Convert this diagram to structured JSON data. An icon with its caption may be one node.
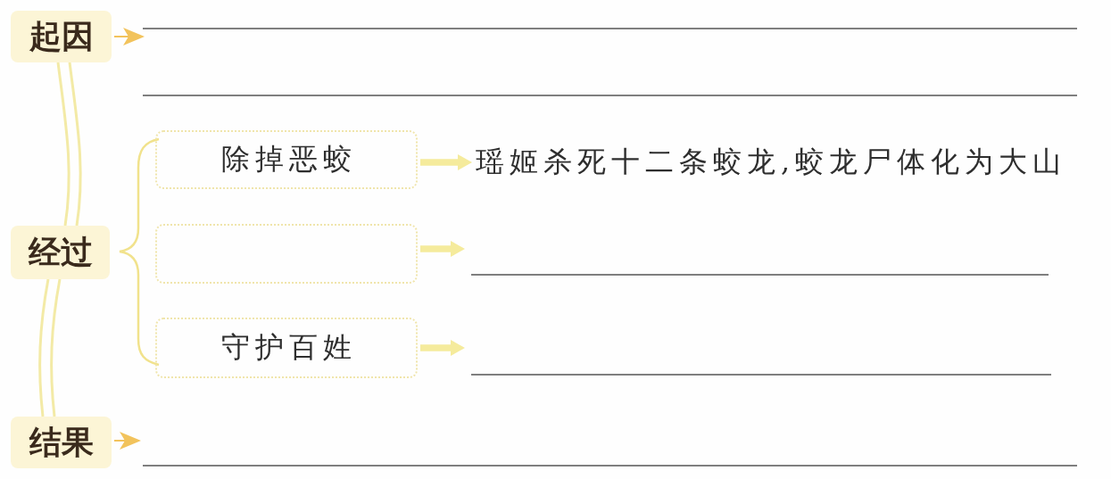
{
  "diagram": {
    "nodes": [
      {
        "text": [
          "起因"
        ]
      },
      {
        "text": [
          "经过"
        ]
      },
      {
        "text": [
          "结果"
        ]
      },
      {
        "text": [
          "除掉恶蛟"
        ]
      },
      {
        "text": [],
        "shape": "box"
      },
      {
        "text": [
          "守护百姓"
        ]
      },
      {
        "text": [
          "瑶姬杀死十二条蛟龙,蛟龙尸体化为大山"
        ]
      }
    ],
    "edges": [
      {
        "from": 0,
        "to": 1,
        "arrow": "none"
      },
      {
        "from": 1,
        "to": 2,
        "arrow": "none"
      },
      {
        "from": 0,
        "to": null,
        "arrow": "to"
      },
      {
        "from": 3,
        "to": 6,
        "arrow": "to",
        "style": "thick"
      },
      {
        "from": 4,
        "to": null,
        "arrow": "to",
        "style": "thick"
      },
      {
        "from": 5,
        "to": null,
        "arrow": "to",
        "style": "thick"
      },
      {
        "from": 2,
        "to": null,
        "arrow": "to"
      }
    ]
  }
}
